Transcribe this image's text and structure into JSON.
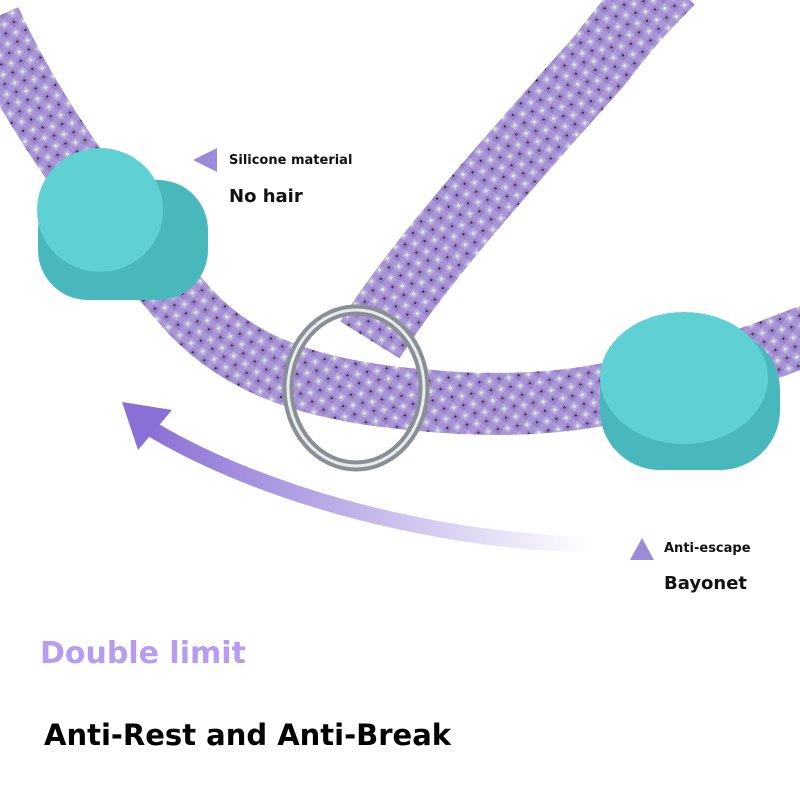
{
  "callouts": {
    "top_title": "Silicone material",
    "top_value": "No hair",
    "bottom_title": "Anti-escape",
    "bottom_value": "Bayonet"
  },
  "headline": "Double limit",
  "subheadline": "Anti-Rest and Anti-Break",
  "colors": {
    "rope": "#a994d6",
    "accent": "#9c8cd8",
    "stopper": "#5ecdd1",
    "headline": "#b79cf0"
  }
}
